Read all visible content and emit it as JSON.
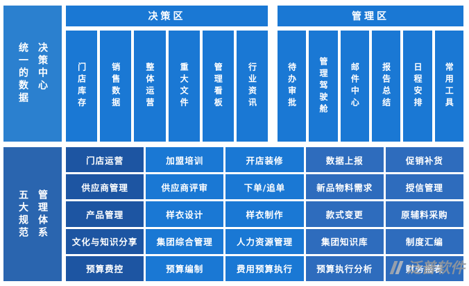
{
  "colors": {
    "background": "#ffffff",
    "bright_blue": "#1a78d4",
    "header_blue": "#1a78d4",
    "top_panel_blue": "#2b80cf",
    "bottom_panel_blue": "#2a65af",
    "dark_cell_blue": "#1d55a2",
    "medium_cell_blue": "#2e6cbd",
    "text_white": "#ffffff",
    "watermark_gray": "#9a9a9a"
  },
  "top": {
    "left_panel": {
      "label": "统一的数据\n决策中心"
    },
    "decision": {
      "title": "决策区",
      "columns": [
        "门店库存",
        "销售数据",
        "整体运营",
        "重大文件",
        "管理看板",
        "行业资讯"
      ]
    },
    "management": {
      "title": "管理区",
      "columns": [
        "待办审批",
        "管理驾驶舱",
        "邮件中心",
        "报告总结",
        "日程安排",
        "常用工具"
      ]
    }
  },
  "bottom": {
    "left_panel": {
      "label": "五大规范\n管理体系"
    },
    "rows": [
      [
        "门店运营",
        "加盟培训",
        "开店装修",
        "数据上报",
        "促销补货"
      ],
      [
        "供应商管理",
        "供应商评审",
        "下单/追单",
        "新品物料需求",
        "授信管理"
      ],
      [
        "产品管理",
        "样衣设计",
        "样衣制作",
        "款式变更",
        "原辅料采购"
      ],
      [
        "文化与知识分享",
        "集团综合管理",
        "人力资源管理",
        "集团知识库",
        "制度汇编"
      ],
      [
        "预算费控",
        "预算编制",
        "费用预算执行",
        "预算执行分析",
        "财务报表"
      ]
    ]
  },
  "watermark": {
    "text": "泛普软件"
  }
}
